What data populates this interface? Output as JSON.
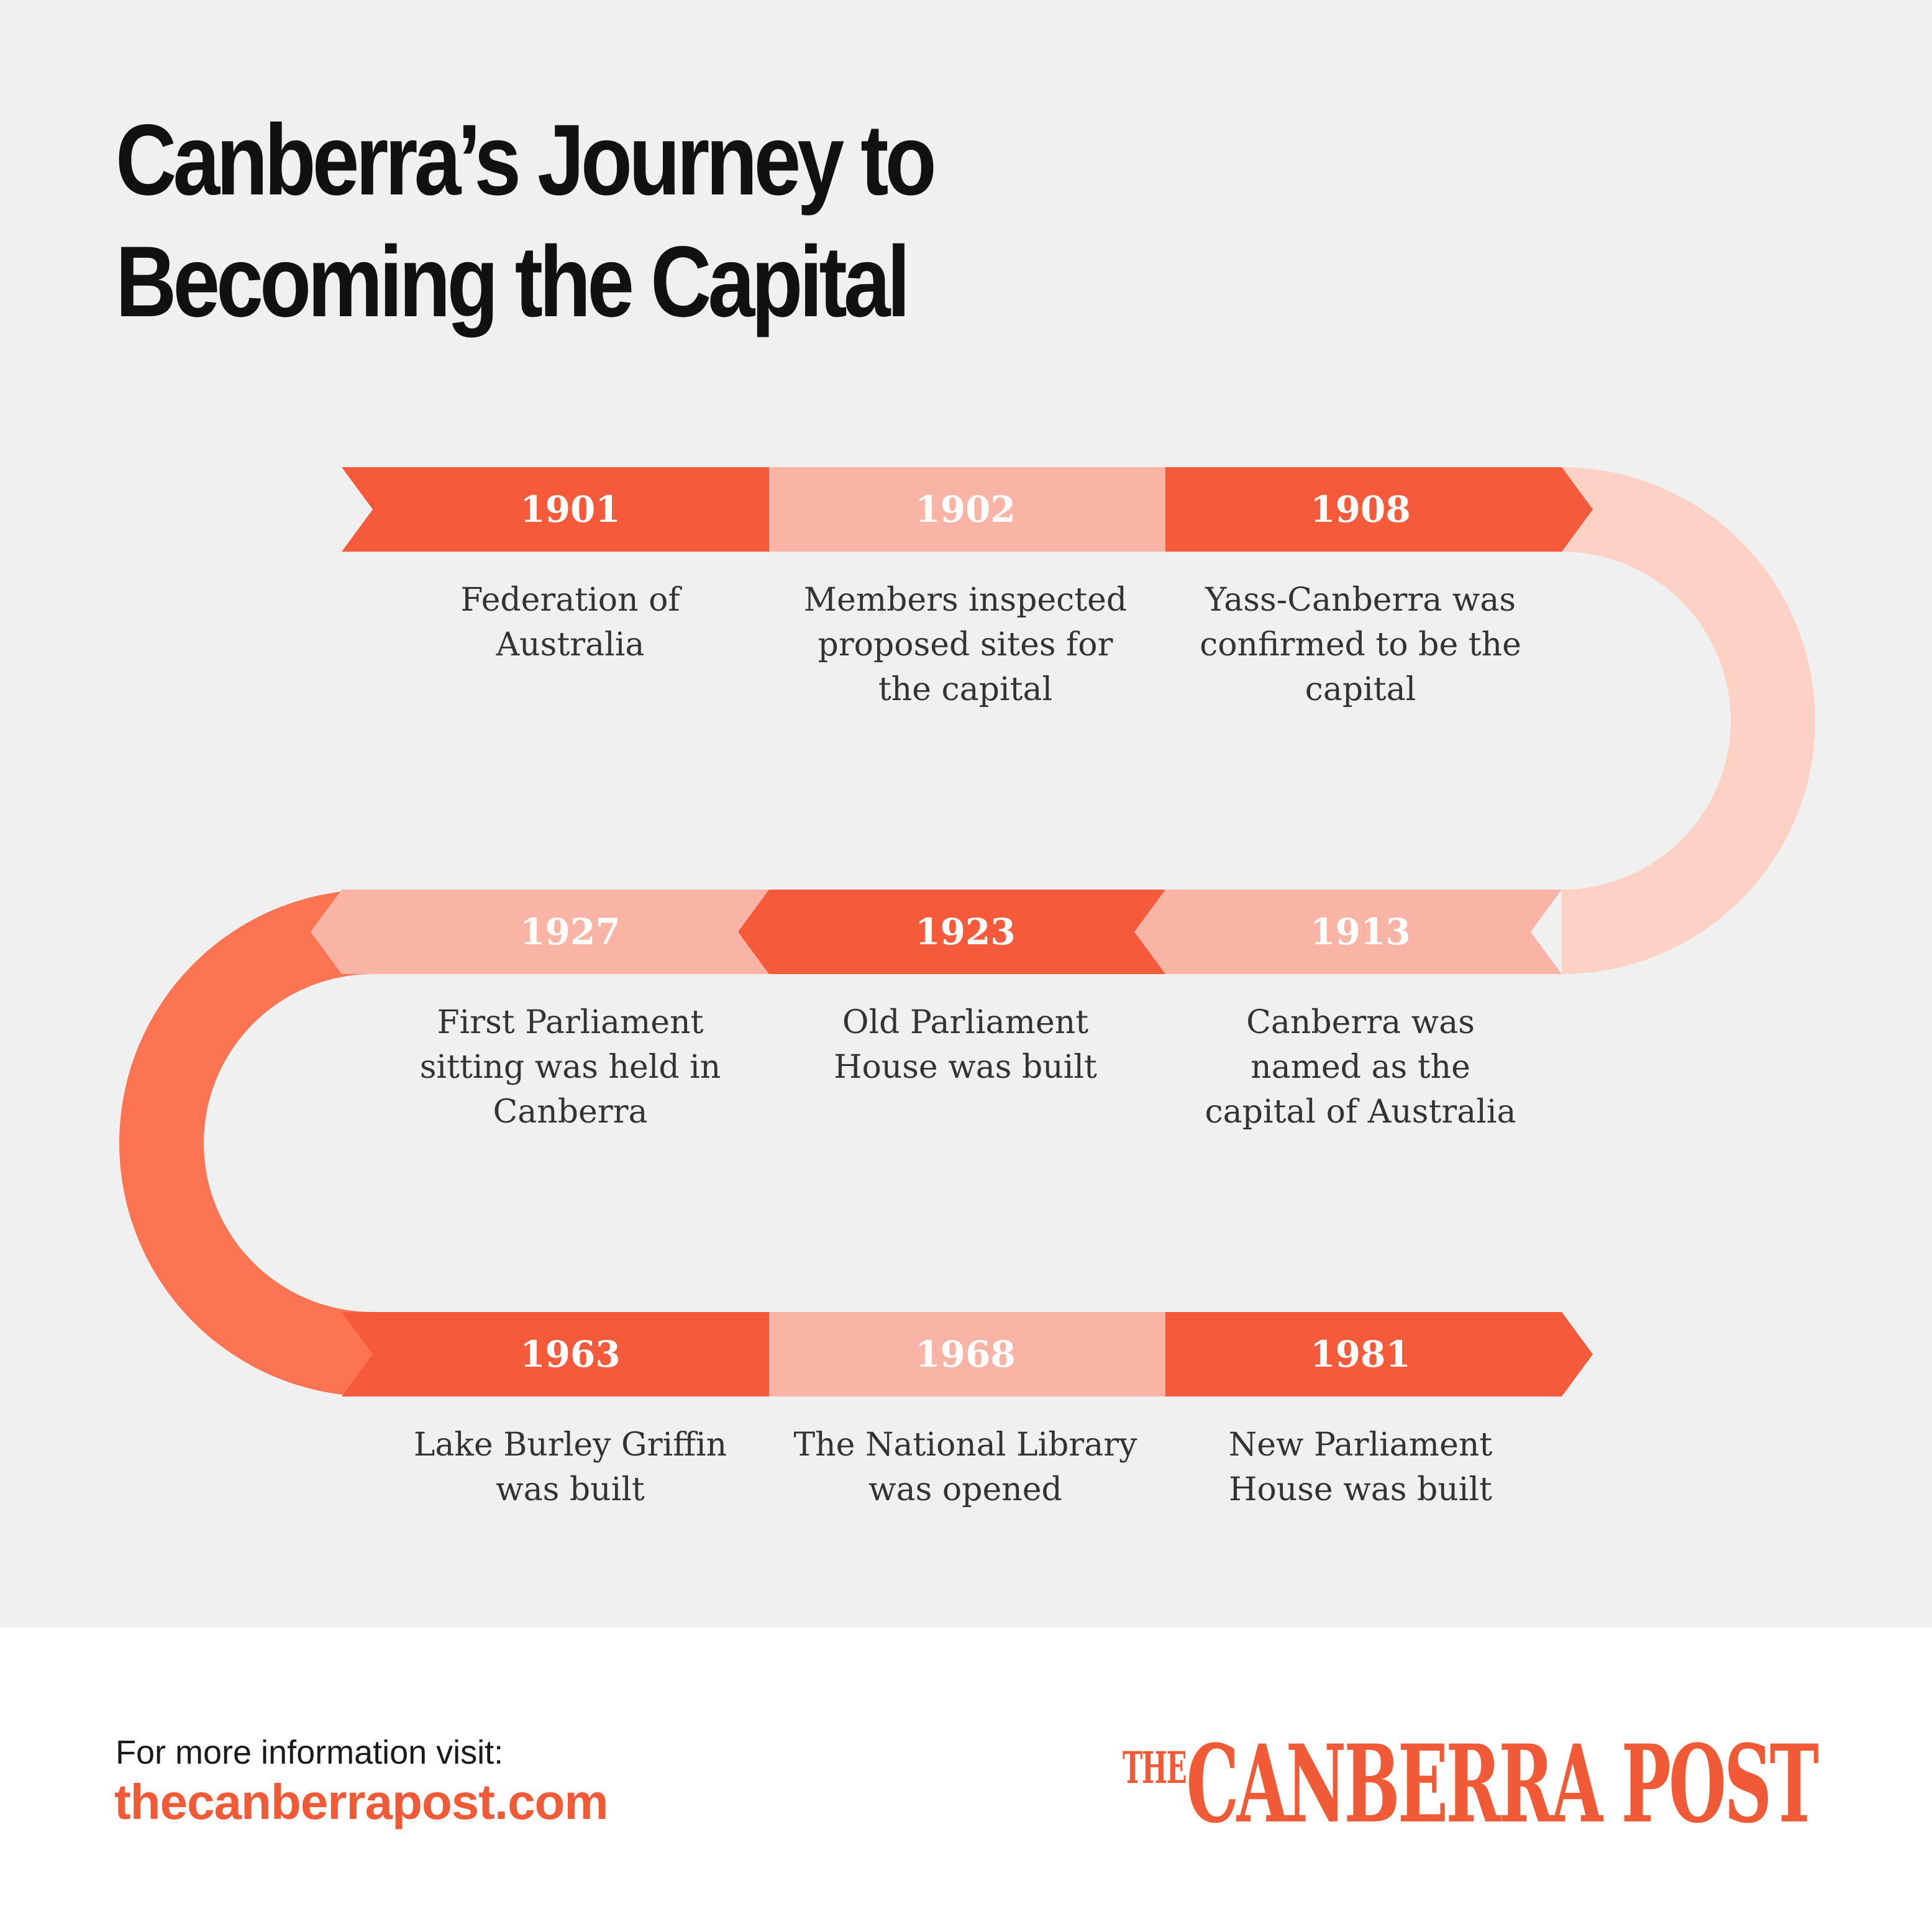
{
  "title_lines": [
    "Canberra’s Journey to",
    "Becoming the Capital"
  ],
  "colors": {
    "background": "#f0f0f0",
    "dark_orange": "#f55a3a",
    "light_salmon": "#fab4a5",
    "curve_right": "#fdd2c4",
    "curve_left": "#fd7452",
    "accent": "#f15a36"
  },
  "timeline": {
    "rows": [
      {
        "direction": "right",
        "events": [
          {
            "year": "1901",
            "tone": "dark",
            "description": [
              "Federation of",
              "Australia"
            ]
          },
          {
            "year": "1902",
            "tone": "light",
            "description": [
              "Members inspected",
              "proposed sites for",
              "the capital"
            ]
          },
          {
            "year": "1908",
            "tone": "dark",
            "description": [
              "Yass-Canberra was",
              "confirmed to be the",
              "capital"
            ]
          }
        ]
      },
      {
        "direction": "left",
        "events": [
          {
            "year": "1927",
            "tone": "light",
            "description": [
              "First Parliament",
              "sitting was held in",
              "Canberra"
            ]
          },
          {
            "year": "1923",
            "tone": "dark",
            "description": [
              "Old Parliament",
              "House was built"
            ]
          },
          {
            "year": "1913",
            "tone": "light",
            "description": [
              "Canberra was",
              "named as the",
              "capital of Australia"
            ]
          }
        ]
      },
      {
        "direction": "right",
        "events": [
          {
            "year": "1963",
            "tone": "dark",
            "description": [
              "Lake Burley Griffin",
              "was built"
            ]
          },
          {
            "year": "1968",
            "tone": "light",
            "description": [
              "The National Library",
              "was opened"
            ]
          },
          {
            "year": "1981",
            "tone": "dark",
            "description": [
              "New Parliament",
              "House was built"
            ]
          }
        ]
      }
    ]
  },
  "footer": {
    "label": "For more information visit:",
    "url": "thecanberrapost.com"
  },
  "logo": {
    "the": "THE",
    "name": "CANBERRA POST"
  }
}
